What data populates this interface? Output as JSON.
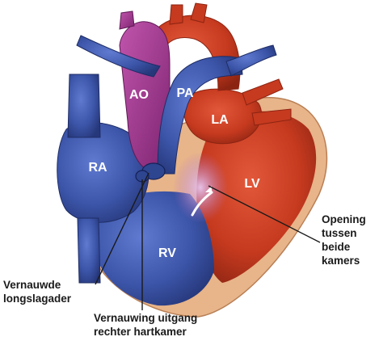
{
  "chambers": {
    "ao": "AO",
    "pa": "PA",
    "la": "LA",
    "lv": "LV",
    "ra": "RA",
    "rv": "RV"
  },
  "callouts": {
    "opening": [
      "Opening",
      "tussen",
      "beide",
      "kamers"
    ],
    "pulmonary_stenosis": [
      "Vernauwde",
      "longslagader"
    ],
    "outflow_narrowing": [
      "Vernauwing uitgang",
      "rechter hartkamer"
    ]
  },
  "colors": {
    "right_side_blue": "#3c55a8",
    "left_side_red": "#c63a1f",
    "aorta_purple": "#a2378f",
    "wall_tan": "#e8b489",
    "leader_line": "#1a1a1a"
  },
  "icons": {
    "shunt_arrow": "flow-arrow-icon"
  }
}
